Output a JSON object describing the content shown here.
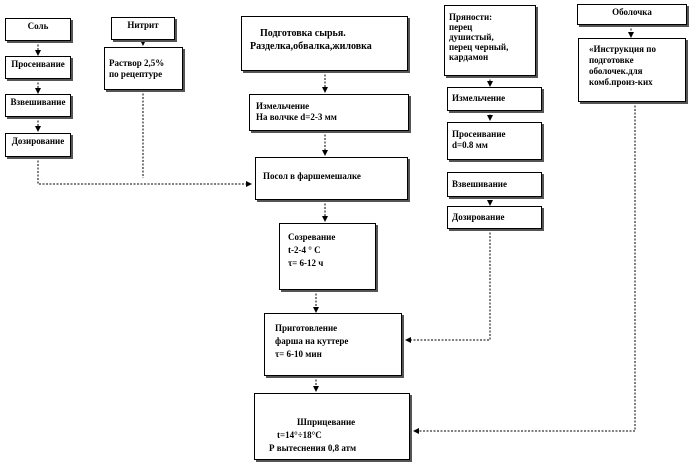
{
  "boxes": {
    "salt": [
      "Соль"
    ],
    "sift_salt": [
      "Просеивание"
    ],
    "weigh_salt": [
      "Взвешивание"
    ],
    "dose_salt": [
      "Дозирование"
    ],
    "nitrite": [
      "Нитрит"
    ],
    "solution": [
      "Раствор 2,5%",
      "по рецептуре"
    ],
    "raw_prep": [
      "Подготовка сырья.",
      "Разделка,обвалка,жиловка"
    ],
    "grind": [
      "Измельчение",
      "На волчке d=2-3 мм"
    ],
    "salting": [
      "Посол в фаршемешалке"
    ],
    "maturation": [
      "Созревание",
      "t-2-4 ° С",
      "τ= 6-12 ч"
    ],
    "spices": [
      "Пряности:",
      "перец",
      "душистый,",
      "перец черный,",
      "кардамон"
    ],
    "grind_spices": [
      "Измельчение"
    ],
    "sift_spices": [
      "Просеивание",
      "d=0.8 мм"
    ],
    "weigh_spices": [
      "Взвешивание"
    ],
    "dose_spices": [
      "Дозирование"
    ],
    "casing": [
      "Оболочка"
    ],
    "casing_instr": [
      "«Инструкция по",
      "подготовке",
      "оболочек.для",
      "комб.произ-ких"
    ],
    "cutter": [
      "Приготовление",
      "фарша на куттере",
      "τ= 6-10 мин"
    ],
    "stuffing": [
      "Шприцевание",
      "t=14°÷18°С",
      "Р вытеснения 0,8 атм"
    ]
  }
}
